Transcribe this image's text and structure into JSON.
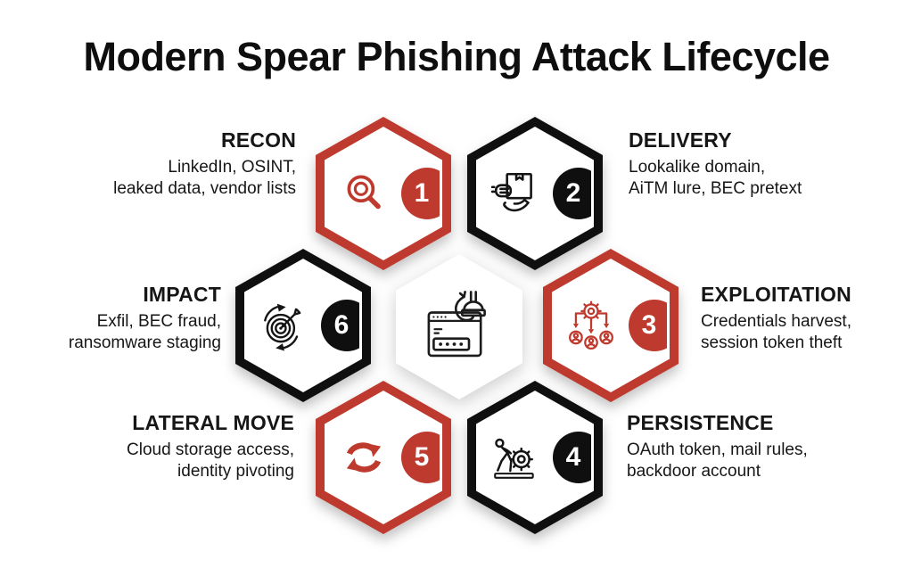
{
  "title": "Modern Spear Phishing Attack Lifecycle",
  "palette": {
    "red": "#bf3a2e",
    "black": "#0f0f0f",
    "text": "#161616",
    "background": "#ffffff"
  },
  "center": {
    "icon": "phishing-hook-browser"
  },
  "stages": [
    {
      "num": "1",
      "name": "RECON",
      "desc": [
        "LinkedIn, OSINT,",
        "leaked data, vendor lists"
      ],
      "color": "red",
      "icon": "magnifying-glass",
      "position": "top-left",
      "text_side": "left"
    },
    {
      "num": "2",
      "name": "DELIVERY",
      "desc": [
        "Lookalike domain,",
        "AiTM lure, BEC pretext"
      ],
      "color": "black",
      "icon": "package-in-hands",
      "position": "top-right",
      "text_side": "right"
    },
    {
      "num": "3",
      "name": "EXPLOITATION",
      "desc": [
        "Credentials harvest,",
        "session token theft"
      ],
      "color": "red",
      "icon": "gear-to-people",
      "position": "middle-right",
      "text_side": "right"
    },
    {
      "num": "4",
      "name": "PERSISTENCE",
      "desc": [
        "OAuth token, mail rules,",
        "backdoor account"
      ],
      "color": "black",
      "icon": "person-pushing-gear",
      "position": "bottom-right",
      "text_side": "right"
    },
    {
      "num": "5",
      "name": "LATERAL MOVE",
      "desc": [
        "Cloud storage access,",
        "identity pivoting"
      ],
      "color": "red",
      "icon": "sync-arrows",
      "position": "bottom-left",
      "text_side": "left"
    },
    {
      "num": "6",
      "name": "IMPACT",
      "desc": [
        "Exfil, BEC fraud,",
        "ransomware staging"
      ],
      "color": "black",
      "icon": "target-with-arrow",
      "position": "middle-left",
      "text_side": "left"
    }
  ]
}
